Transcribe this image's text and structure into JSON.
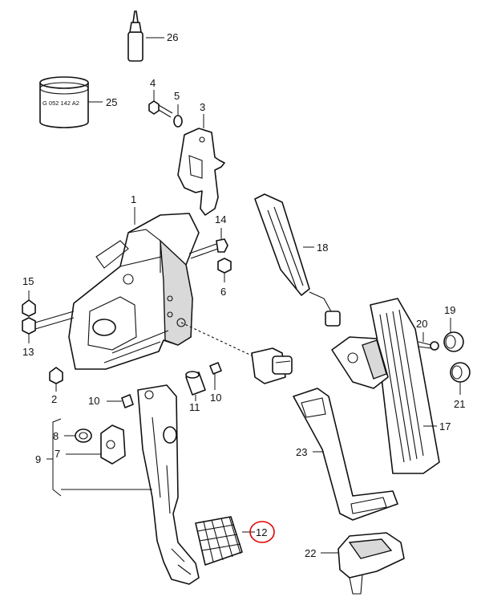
{
  "callouts": {
    "c1": "1",
    "c2": "2",
    "c3": "3",
    "c4": "4",
    "c5": "5",
    "c6": "6",
    "c7": "7",
    "c8": "8",
    "c9": "9",
    "c10a": "10",
    "c10b": "10",
    "c11": "11",
    "c12": "12",
    "c13": "13",
    "c14": "14",
    "c15": "15",
    "c17": "17",
    "c18": "18",
    "c19": "19",
    "c20": "20",
    "c21": "21",
    "c22": "22",
    "c23": "23",
    "c25": "25",
    "c26": "26"
  },
  "part_marking": "G 052 142 A2",
  "highlight": {
    "callout": "12",
    "color": "#e00000"
  }
}
